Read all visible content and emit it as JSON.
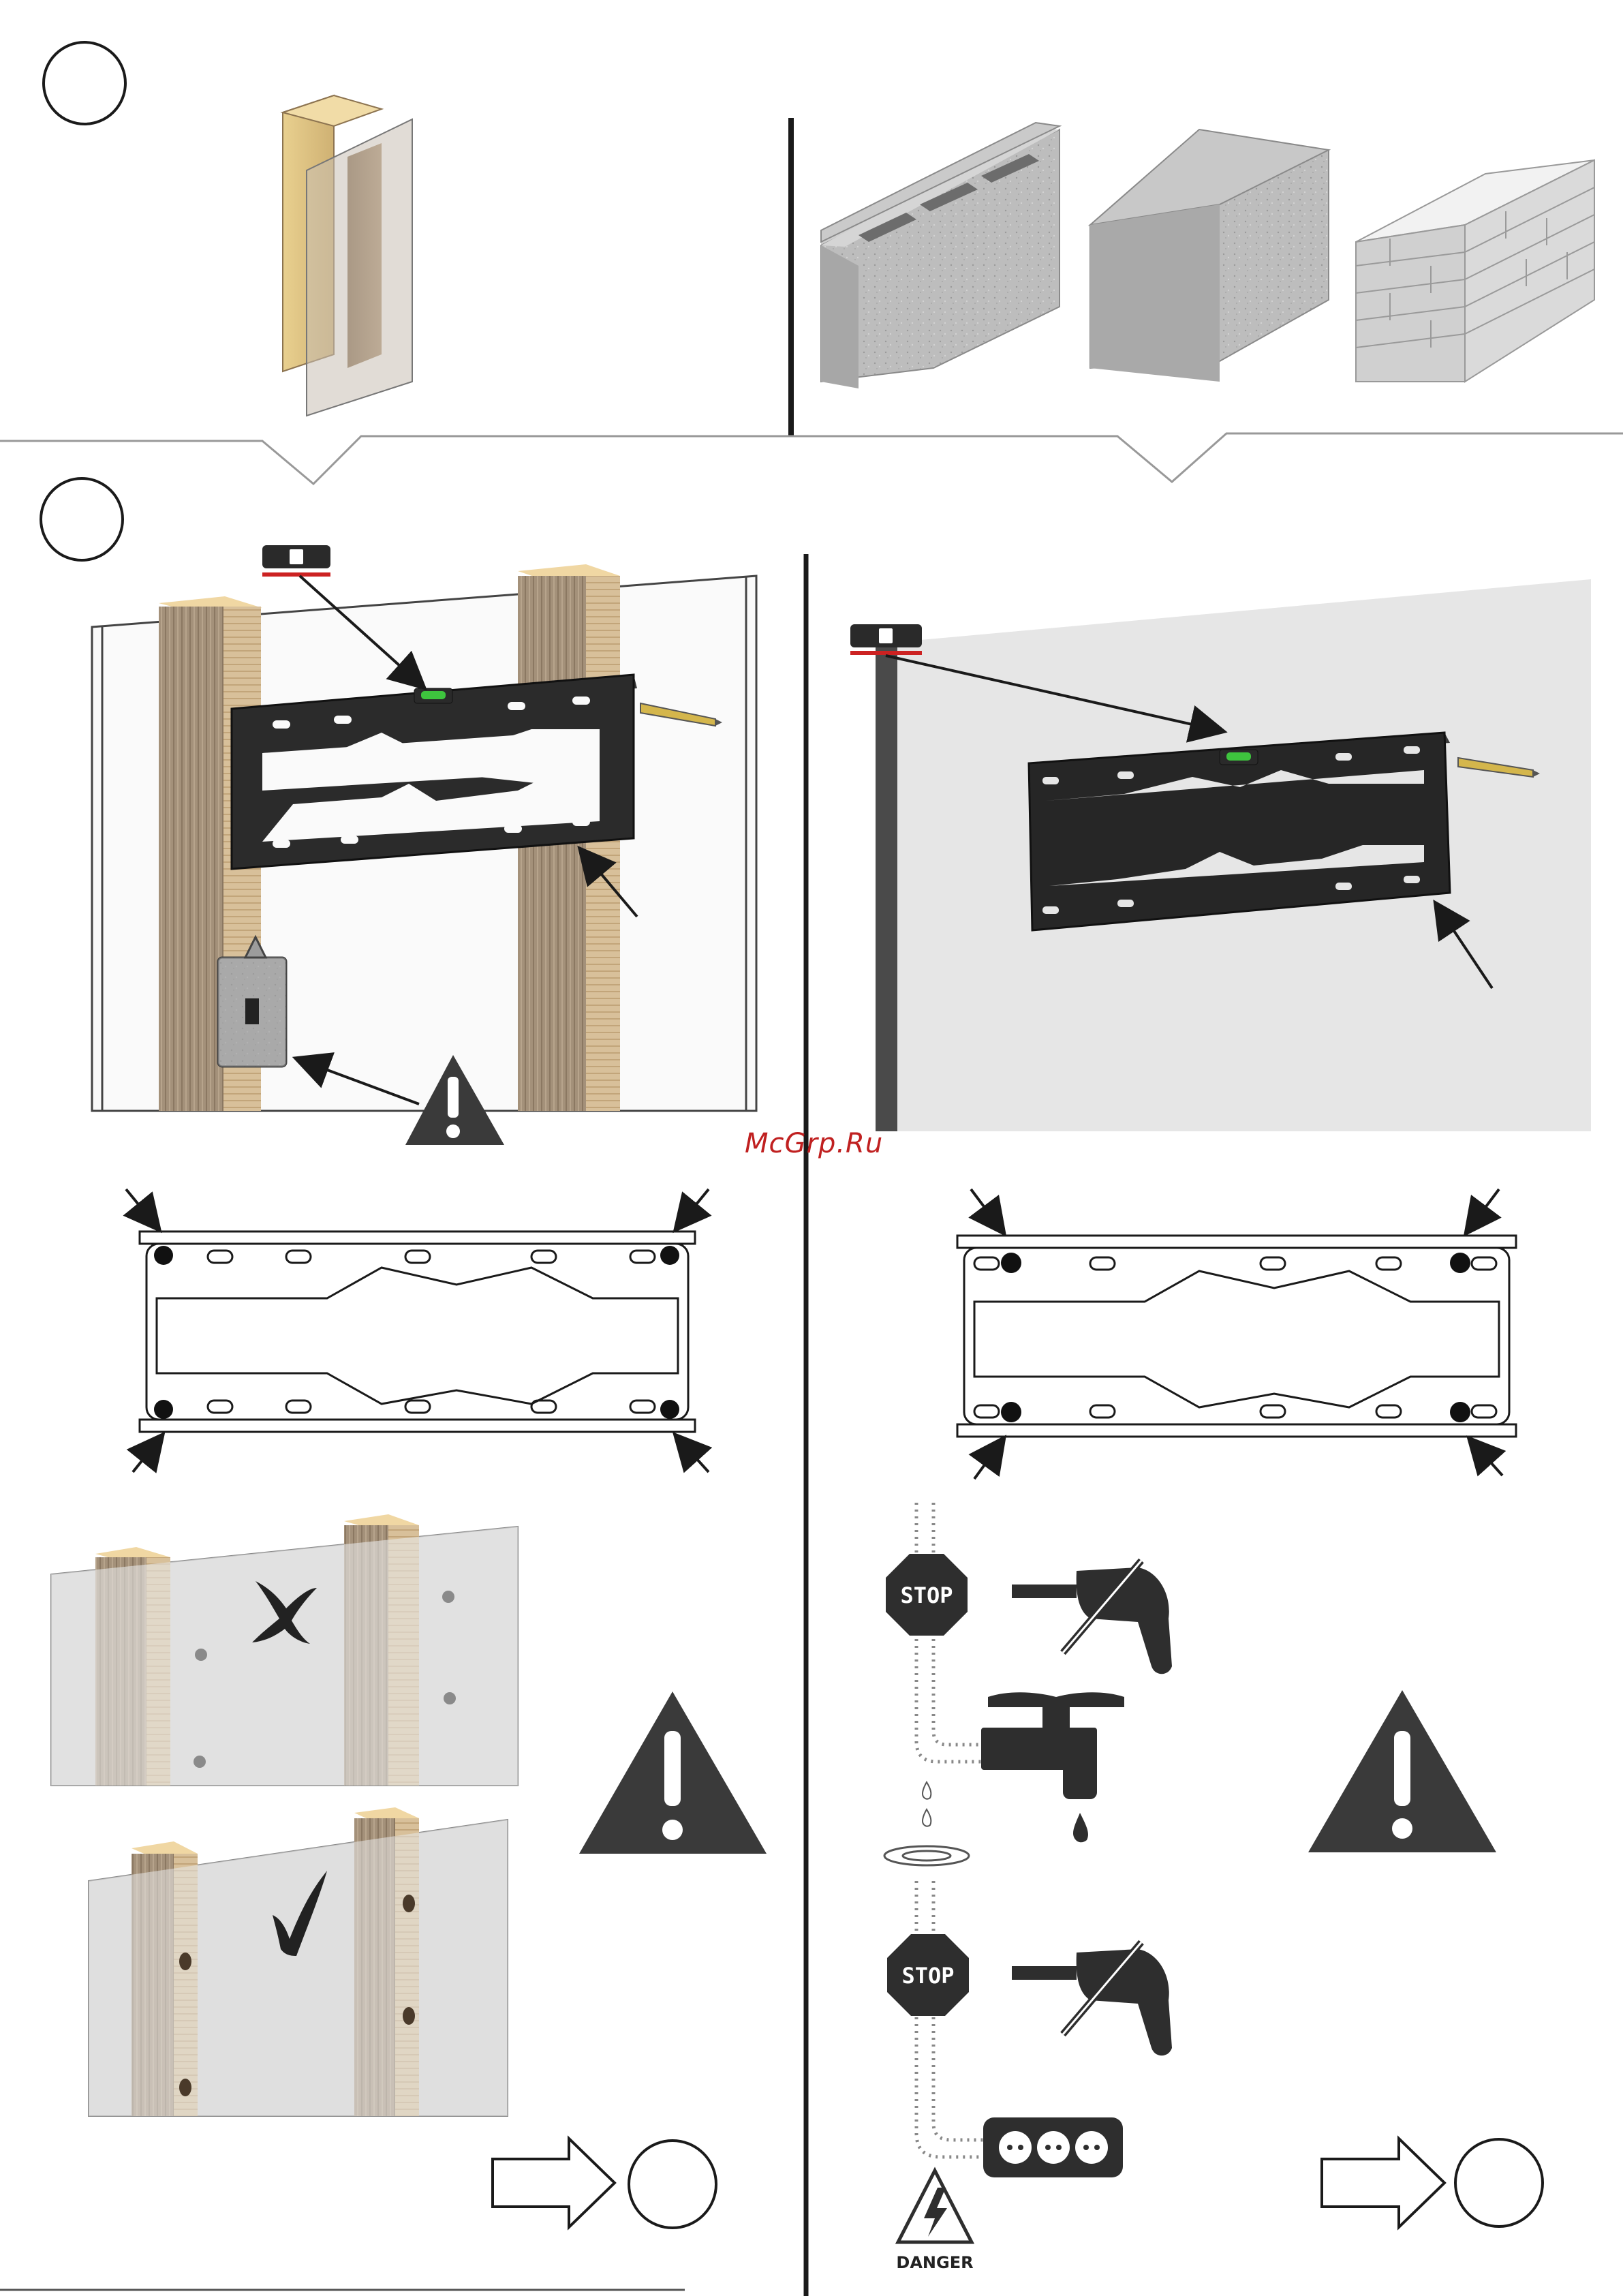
{
  "watermark": "McGrp.Ru",
  "stop_sign_label": "STOP",
  "danger_label": "DANGER",
  "colors": {
    "line": "#1a1a1a",
    "wood_light": "#e8cf8f",
    "wood_dark": "#a08b70",
    "block_gray": "#b7b7b7",
    "wall_gray": "#e6e6e6",
    "bracket": "#2a2a2a",
    "warning": "#3a3a3a",
    "watermark": "#c02020",
    "level_mark": "#cc2222"
  },
  "icons": {
    "step_circles": [
      "step-1-circle-icon",
      "step-2-circle-icon",
      "next-step-circle-icon"
    ],
    "warnings": [
      "warning-triangle-icon",
      "stop-sign-icon",
      "no-drill-icon",
      "water-tap-icon",
      "power-outlet-icon",
      "danger-electric-icon"
    ],
    "marks": [
      "cross-mark-icon",
      "check-mark-icon"
    ]
  }
}
